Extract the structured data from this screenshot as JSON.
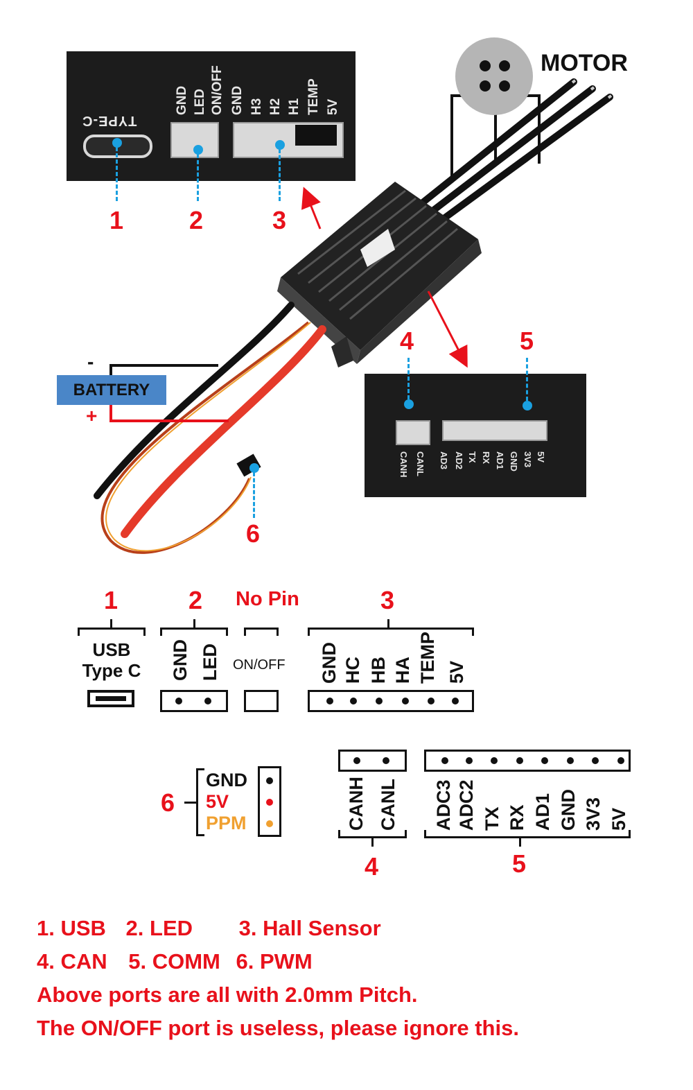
{
  "photo_top": {
    "type_c_label": "TYPE-C",
    "pin_labels": [
      "GND",
      "LED",
      "ON/OFF",
      "GND",
      "H3",
      "H2",
      "H1",
      "TEMP",
      "5V"
    ]
  },
  "motor": {
    "label": "MOTOR"
  },
  "battery": {
    "label": "BATTERY",
    "minus": "-",
    "plus": "+"
  },
  "photo_bottom": {
    "pin_labels": [
      "CANH",
      "CANL",
      "AD3",
      "AD2",
      "TX",
      "RX",
      "AD1",
      "GND",
      "3V3",
      "5V"
    ]
  },
  "callouts": {
    "n1": "1",
    "n2": "2",
    "n3": "3",
    "n4": "4",
    "n5": "5",
    "n6": "6"
  },
  "diagram": {
    "port1": {
      "num": "1",
      "line1": "USB",
      "line2": "Type C"
    },
    "port2": {
      "num": "2",
      "pins": [
        "GND",
        "LED"
      ]
    },
    "nopin": {
      "title": "No Pin",
      "label": "ON/OFF"
    },
    "port3": {
      "num": "3",
      "pins": [
        "GND",
        "HC",
        "HB",
        "HA",
        "TEMP",
        "5V"
      ]
    },
    "port6": {
      "num": "6",
      "pins": [
        "GND",
        "5V",
        "PPM"
      ]
    },
    "port4": {
      "num": "4",
      "pins": [
        "CANH",
        "CANL"
      ]
    },
    "port5": {
      "num": "5",
      "pins": [
        "ADC3",
        "ADC2",
        "TX",
        "RX",
        "AD1",
        "GND",
        "3V3",
        "5V"
      ]
    }
  },
  "colors": {
    "red": "#e8111b",
    "battery_blue": "#4a86c8",
    "callout_cyan": "#1aa0e0",
    "ppm_orange": "#f0a030"
  },
  "footer": {
    "l1a": "1. USB",
    "l1b": "2. LED",
    "l1c": "3. Hall Sensor",
    "l2a": "4. CAN",
    "l2b": "5. COMM",
    "l2c": "6. PWM",
    "l3": "Above ports are all with 2.0mm Pitch.",
    "l4": "The ON/OFF port is useless, please ignore this."
  }
}
